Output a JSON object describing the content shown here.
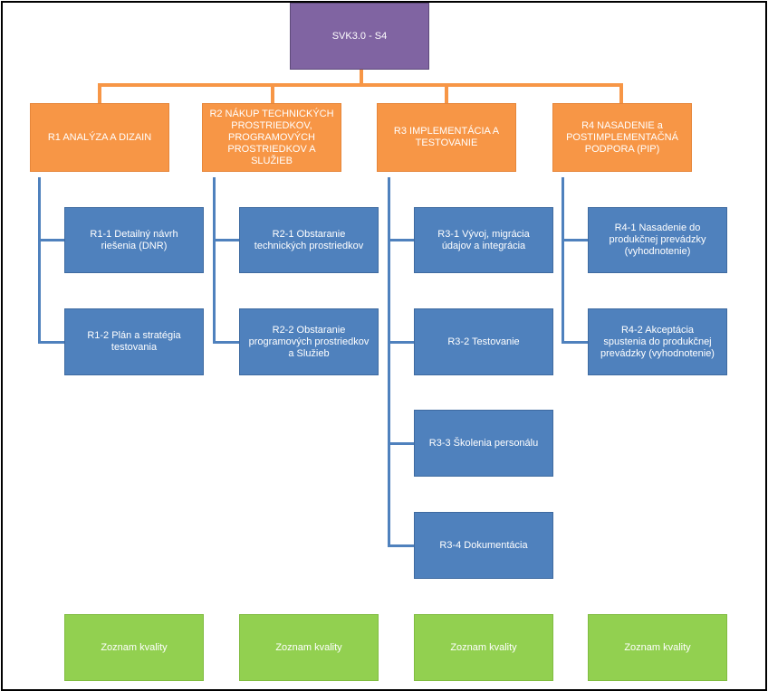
{
  "root": {
    "label": "SVK3.0 - S4"
  },
  "phases": [
    {
      "label": "R1 ANALÝZA A DIZAIN"
    },
    {
      "label": "R2 NÁKUP TECHNICKÝCH\nPROSTRIEDKOV,\nPROGRAMOVÝCH\nPROSTRIEDKOV A SLUŽIEB"
    },
    {
      "label": "R3 IMPLEMENTÁCIA A\nTESTOVANIE"
    },
    {
      "label": "R4 NASADENIE a\nPOSTIMPLEMENTAČNÁ\nPODPORA (PIP)"
    }
  ],
  "tasks": {
    "r1_1": "R1-1       Detailný návrh\nriešenia (DNR)",
    "r1_2": "R1-2       Plán a stratégia\ntestovania",
    "r2_1": "R2-1       Obstaranie\ntechnických prostriedkov",
    "r2_2": "R2-2       Obstaranie\nprogramových prostriedkov\na Služieb",
    "r3_1": "R3-1       Vývoj, migrácia\núdajov a integrácia",
    "r3_2": "R3-2          Testovanie",
    "r3_3": "R3-3       Školenia personálu",
    "r3_4": "R3-4 Dokumentácia",
    "r4_1": "R4-1 Nasadenie do\nprodukčnej prevádzky\n(vyhodnotenie)",
    "r4_2": "R4-2       Akceptácia\nspustenia do produkčnej\nprevádzky (vyhodnotenie)"
  },
  "quality": [
    {
      "label": "Zoznam kvality"
    },
    {
      "label": "Zoznam kvality"
    },
    {
      "label": "Zoznam kvality"
    },
    {
      "label": "Zoznam kvality"
    }
  ],
  "colors": {
    "root": "#8064a2",
    "phase": "#f79646",
    "task": "#4f81bd",
    "quality": "#92d050"
  }
}
